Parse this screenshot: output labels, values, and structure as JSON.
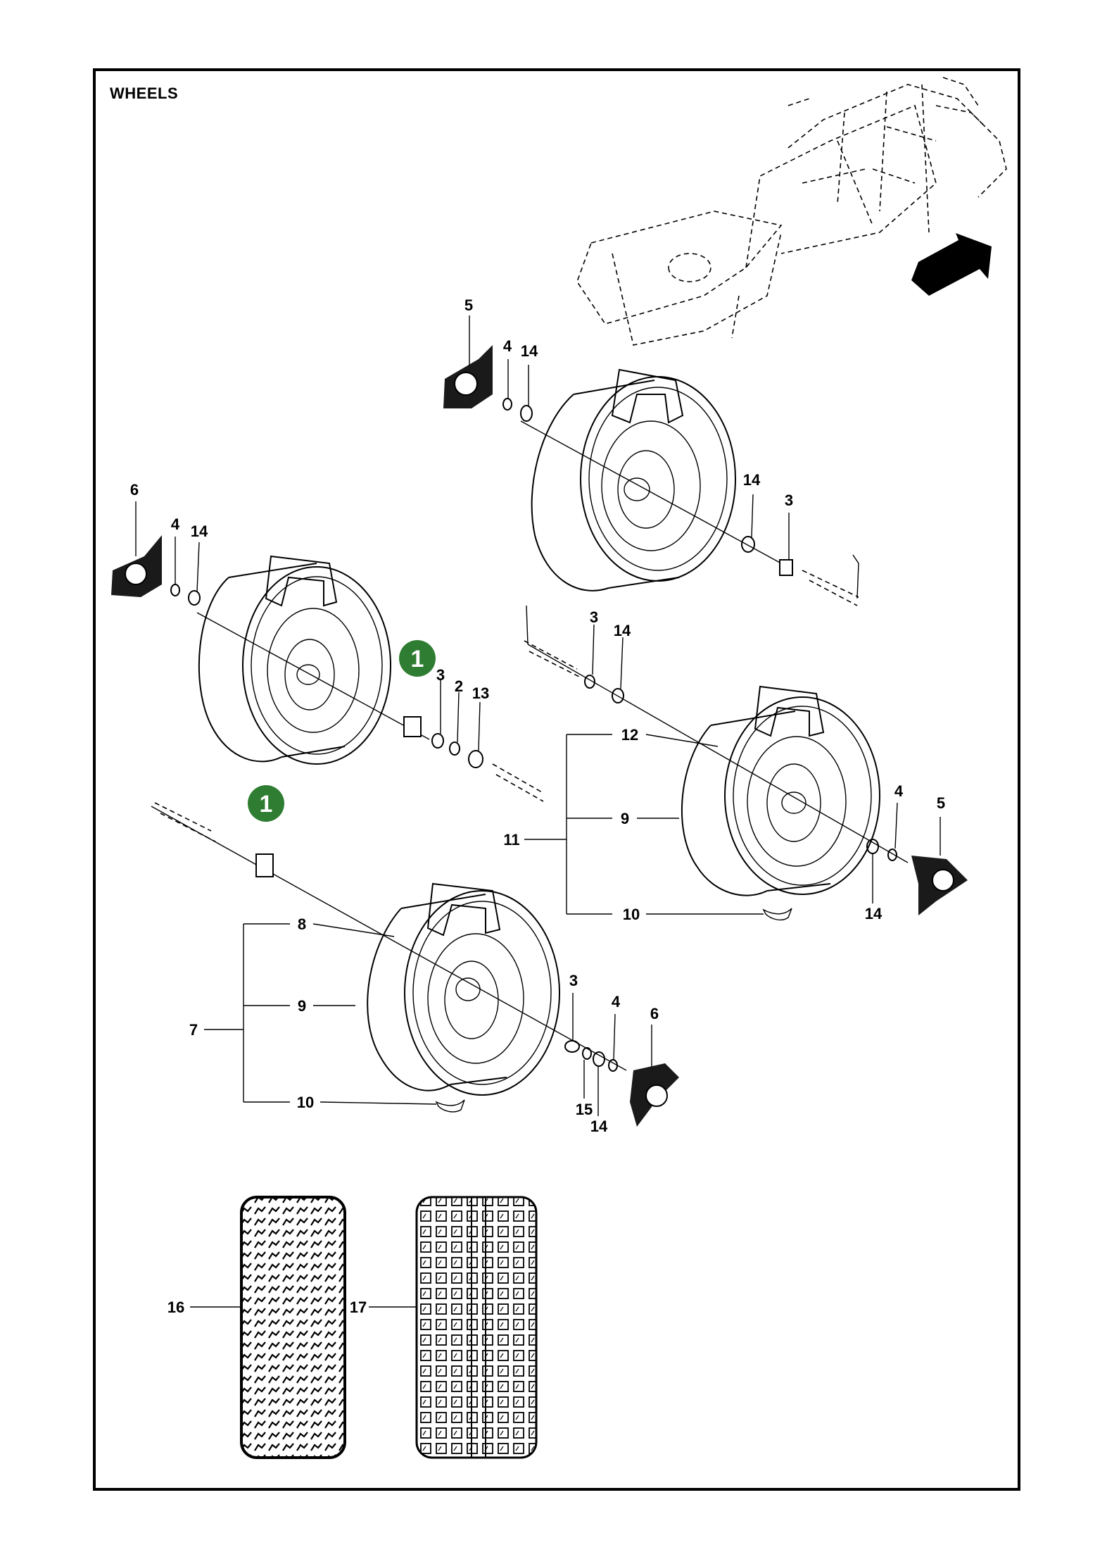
{
  "title": "WHEELS",
  "note_color": "#2e7d32",
  "notes": [
    {
      "id": "note-a",
      "text": "1"
    },
    {
      "id": "note-b",
      "text": "1"
    }
  ],
  "callouts": {
    "c5a": "5",
    "c4a": "4",
    "c14a": "14",
    "c14b": "14",
    "c3a": "3",
    "c6a": "6",
    "c4b": "4",
    "c14c": "14",
    "c3b": "3",
    "c2": "2",
    "c13": "13",
    "c3c": "3",
    "c14d": "14",
    "c12": "12",
    "c9a": "9",
    "c11": "11",
    "c10a": "10",
    "c4c": "4",
    "c5b": "5",
    "c14e": "14",
    "c8": "8",
    "c9b": "9",
    "c7": "7",
    "c10b": "10",
    "c3d": "3",
    "c4d": "4",
    "c6b": "6",
    "c15": "15",
    "c14f": "14",
    "c16": "16",
    "c17": "17"
  }
}
